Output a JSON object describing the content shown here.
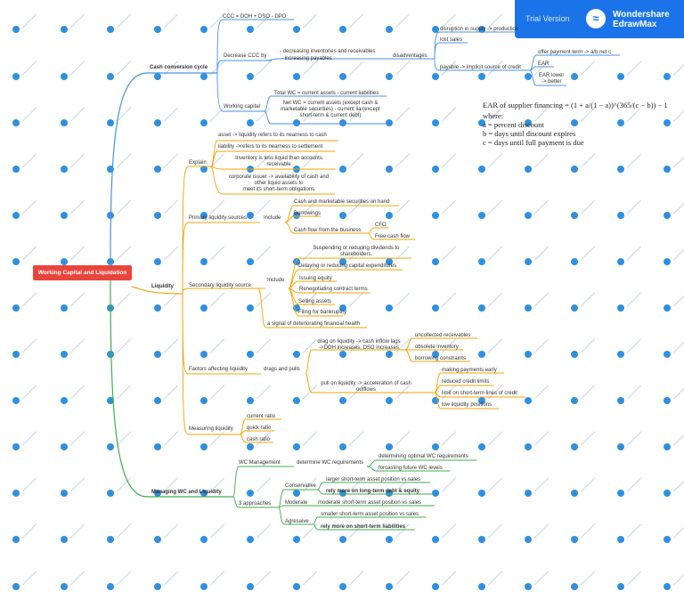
{
  "badge": {
    "trial": "Trial Version",
    "brand1": "Wondershare",
    "brand2": "EdrawMax",
    "logo_glyph": "≈"
  },
  "colors": {
    "root": "#e8453c",
    "blue": "#4a90e2",
    "orange": "#f0a500",
    "green": "#3fae49",
    "mark": "#2f8fe0"
  },
  "root": "Working Capital and Liquidation",
  "ccc": {
    "title": "Cash conversion cycle",
    "formula": "CCC = DOH + DSO - DPO",
    "decrease": "Decrease CCC by",
    "decrease_desc1": "- decreasing inventories and receivables",
    "decrease_desc2": "- increasing payables",
    "disadvantages": "disadventages",
    "disruption": "disruption in supply -> production",
    "lost_sales": "lost sales",
    "payable": "payable -> implicit source of credit",
    "offer_term": "offer payment term -> a/b net c",
    "ear": "EAR",
    "ear_lower1": "EAR lower",
    "ear_lower2": "-> better",
    "working_capital": "Working capital",
    "total_wc": "Total WC = current assets - current liabilities",
    "net_wc1": "Net WC = current assets (except cash &",
    "net_wc2": "marketable securities) - current lia (except",
    "net_wc3": "short-term & current debt)"
  },
  "formula": {
    "line1": "EAR of supplier financing = (1 + a/(1 − a))^(365/(c − b)) − 1",
    "line2": "where:",
    "line3": "a = percent discount",
    "line4": "b = days until discount expires",
    "line5": "c = days until full payment is due"
  },
  "liq": {
    "title": "Liquidity",
    "explain": "Explain",
    "e1": "asset -> liquidity refers to its nearness to cash",
    "e2": "liability ->refers to its nearness to settlement",
    "e3a": "Inventory is less liquid than accounts",
    "e3b": "receivable",
    "e4a": "corporate issuer -> availability of cash and",
    "e4b": "other liquid assets to",
    "e4c": "meet its short-term obligations",
    "primary": "Primary liquidity sources",
    "include1": "Include",
    "p1": "Cash and marketable securities on hand",
    "p2": "Borrowings",
    "p3": "Cash flow from the business",
    "cfo": "CFO",
    "fcf": "Free cash flow",
    "secondary": "Secondary liquidity source",
    "include2": "Include",
    "s1a": "Suspending or reducing dividends to",
    "s1b": "shareholders.",
    "s2": "Delaying or reducing capital expenditures",
    "s3": "Issuing equity",
    "s4": "Renegotiating contract terms",
    "s5": "Selling assets",
    "s6": "Filing for bankruptcy",
    "signal": "a signal of deteriorating financial health",
    "factors": "Factors affecting liquidity",
    "drags_pulls": "drags and pulls",
    "drag1": "drag on liquidity -> cash inflow lags",
    "drag2": "->DOH increases, DSO increases",
    "d1": "uncollected receivables",
    "d2": "obsolete inventory",
    "d3": "borrowing constraints",
    "pull1": "pull on liquidity -> acceleration of cash",
    "pull2": "outflows",
    "u1": "making payments early",
    "u2": "reduced credit limits",
    "u3": "limit on short-term lines of credit",
    "u4": "low liquidity positions",
    "measuring": "Measuring liquidity",
    "m1": "current ratio",
    "m2": "quick ratio",
    "m3": "cash ratio"
  },
  "mwc": {
    "title": "Managing WC and Liquidity",
    "mgmt": "WC Management",
    "determine": "determine WC requirements",
    "r1": "determining optimal WC requirements",
    "r2": "forcasting future WC levels",
    "approaches": "3 approaches",
    "conservative": "Conservative",
    "c1": "larger short-term asset position vs sales",
    "c2": "rely more on long-term debt & equity",
    "moderate": "Moderate",
    "m1": "moderate short-term asset position vs sales",
    "agresaive": "Agresaive",
    "a1": "smaller short-term asset position vs sales",
    "a2": "rely more on short-term liabilities"
  }
}
